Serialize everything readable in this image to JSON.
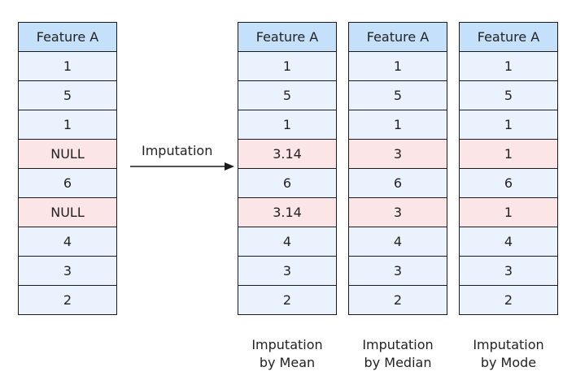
{
  "arrow_label": "Imputation",
  "tables": [
    {
      "header": "Feature A",
      "rows": [
        {
          "value": "1",
          "missing": false
        },
        {
          "value": "5",
          "missing": false
        },
        {
          "value": "1",
          "missing": false
        },
        {
          "value": "NULL",
          "missing": true
        },
        {
          "value": "6",
          "missing": false
        },
        {
          "value": "NULL",
          "missing": true
        },
        {
          "value": "4",
          "missing": false
        },
        {
          "value": "3",
          "missing": false
        },
        {
          "value": "2",
          "missing": false
        }
      ],
      "caption_line1": "",
      "caption_line2": ""
    },
    {
      "header": "Feature A",
      "rows": [
        {
          "value": "1",
          "missing": false
        },
        {
          "value": "5",
          "missing": false
        },
        {
          "value": "1",
          "missing": false
        },
        {
          "value": "3.14",
          "missing": true
        },
        {
          "value": "6",
          "missing": false
        },
        {
          "value": "3.14",
          "missing": true
        },
        {
          "value": "4",
          "missing": false
        },
        {
          "value": "3",
          "missing": false
        },
        {
          "value": "2",
          "missing": false
        }
      ],
      "caption_line1": "Imputation",
      "caption_line2": "by Mean"
    },
    {
      "header": "Feature A",
      "rows": [
        {
          "value": "1",
          "missing": false
        },
        {
          "value": "5",
          "missing": false
        },
        {
          "value": "1",
          "missing": false
        },
        {
          "value": "3",
          "missing": true
        },
        {
          "value": "6",
          "missing": false
        },
        {
          "value": "3",
          "missing": true
        },
        {
          "value": "4",
          "missing": false
        },
        {
          "value": "3",
          "missing": false
        },
        {
          "value": "2",
          "missing": false
        }
      ],
      "caption_line1": "Imputation",
      "caption_line2": "by Median"
    },
    {
      "header": "Feature A",
      "rows": [
        {
          "value": "1",
          "missing": false
        },
        {
          "value": "5",
          "missing": false
        },
        {
          "value": "1",
          "missing": false
        },
        {
          "value": "1",
          "missing": true
        },
        {
          "value": "6",
          "missing": false
        },
        {
          "value": "1",
          "missing": true
        },
        {
          "value": "4",
          "missing": false
        },
        {
          "value": "3",
          "missing": false
        },
        {
          "value": "2",
          "missing": false
        }
      ],
      "caption_line1": "Imputation",
      "caption_line2": "by Mode"
    }
  ]
}
